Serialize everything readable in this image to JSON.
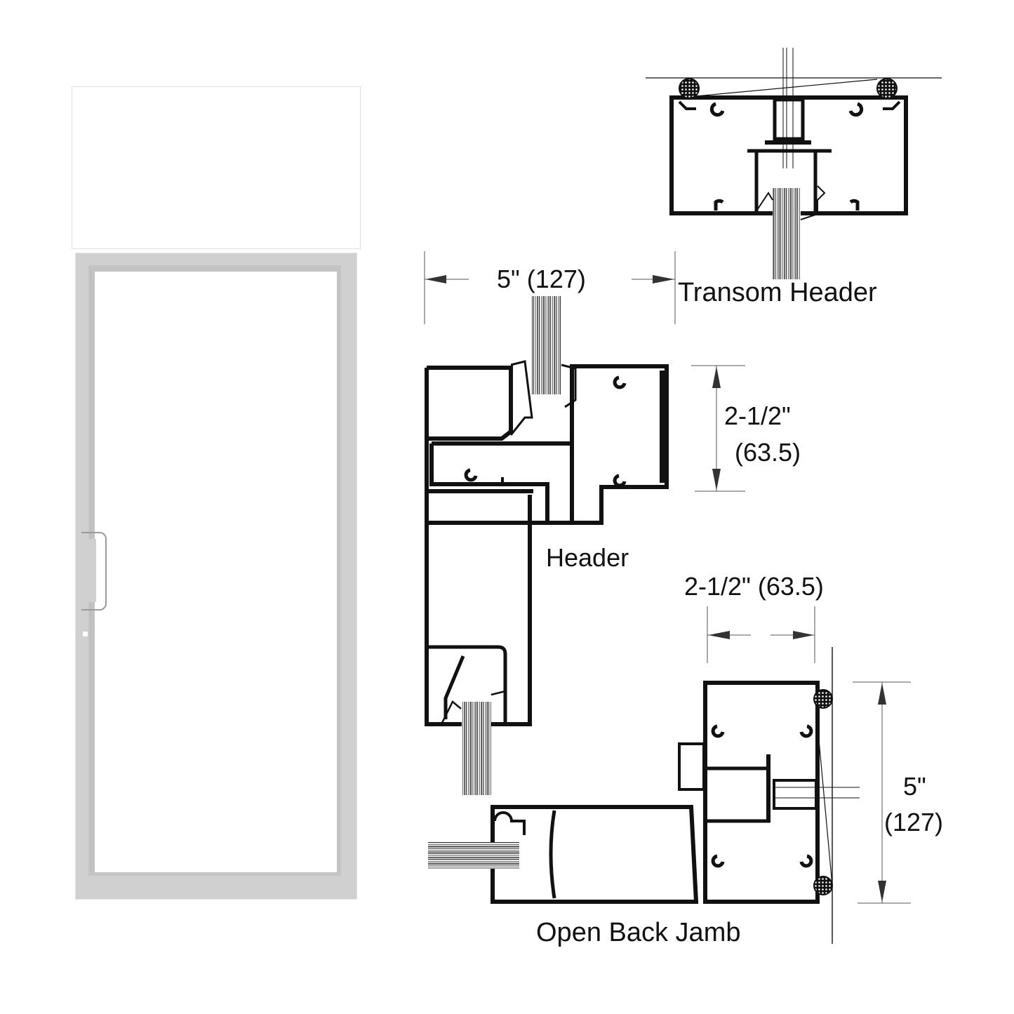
{
  "elevation": {
    "description": "Single door with transom elevation",
    "frame_color": "#d0d0d0",
    "panel_color": "#ffffff",
    "handle": "pull-handle",
    "lock_hole": true
  },
  "sections": {
    "transom_header": {
      "label": "Transom Header"
    },
    "header": {
      "label": "Header",
      "width_dim": "5\" (127)",
      "height_dim_line1": "2-1/2\"",
      "height_dim_line2": "(63.5)"
    },
    "jamb": {
      "label": "Open Back Jamb",
      "width_dim": "2-1/2\" (63.5)",
      "height_dim_line1": "5\"",
      "height_dim_line2": "(127)"
    }
  },
  "colors": {
    "line": "#111111",
    "dim_line": "#555555",
    "frame_gray": "#d0d0d0",
    "frame_inner": "#c6c6c6"
  }
}
